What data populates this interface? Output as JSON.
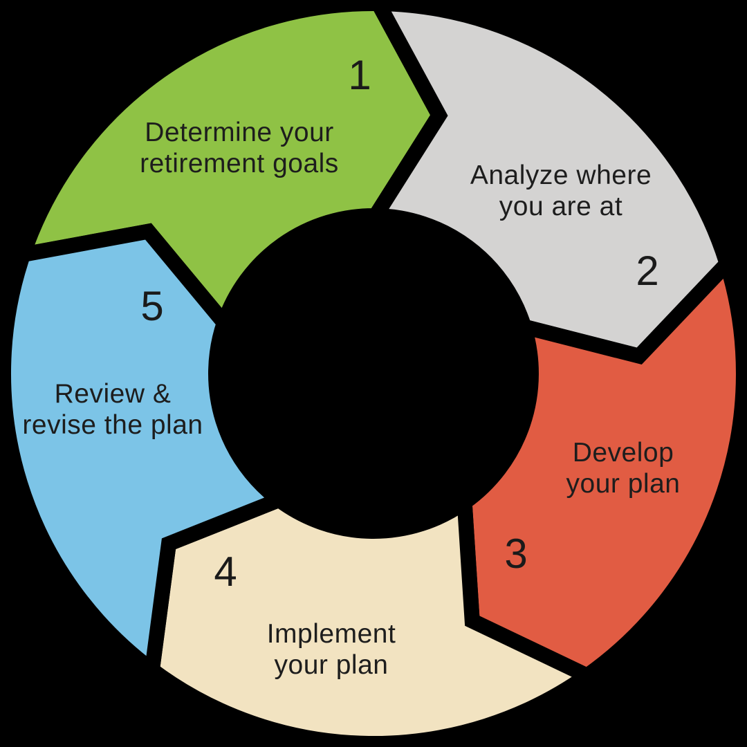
{
  "background_color": "#000000",
  "text_color": "#1d1d1d",
  "diagram": {
    "type": "cycle",
    "direction": "clockwise",
    "steps": [
      {
        "number": "1",
        "label": "Determine your retirement goals",
        "lines": [
          "Determine your",
          "retirement goals"
        ],
        "color": "#8FC245"
      },
      {
        "number": "2",
        "label": "Analyze where you are at",
        "lines": [
          "Analyze where",
          "you are at"
        ],
        "color": "#D4D3D2"
      },
      {
        "number": "3",
        "label": "Develop your plan",
        "lines": [
          "Develop",
          "your plan"
        ],
        "color": "#E15C43"
      },
      {
        "number": "4",
        "label": "Implement your plan",
        "lines": [
          "Implement",
          "your plan"
        ],
        "color": "#F2E3C1"
      },
      {
        "number": "5",
        "label": "Review & revise the plan",
        "lines": [
          "Review &",
          "revise the plan"
        ],
        "color": "#7CC4E7"
      }
    ]
  }
}
